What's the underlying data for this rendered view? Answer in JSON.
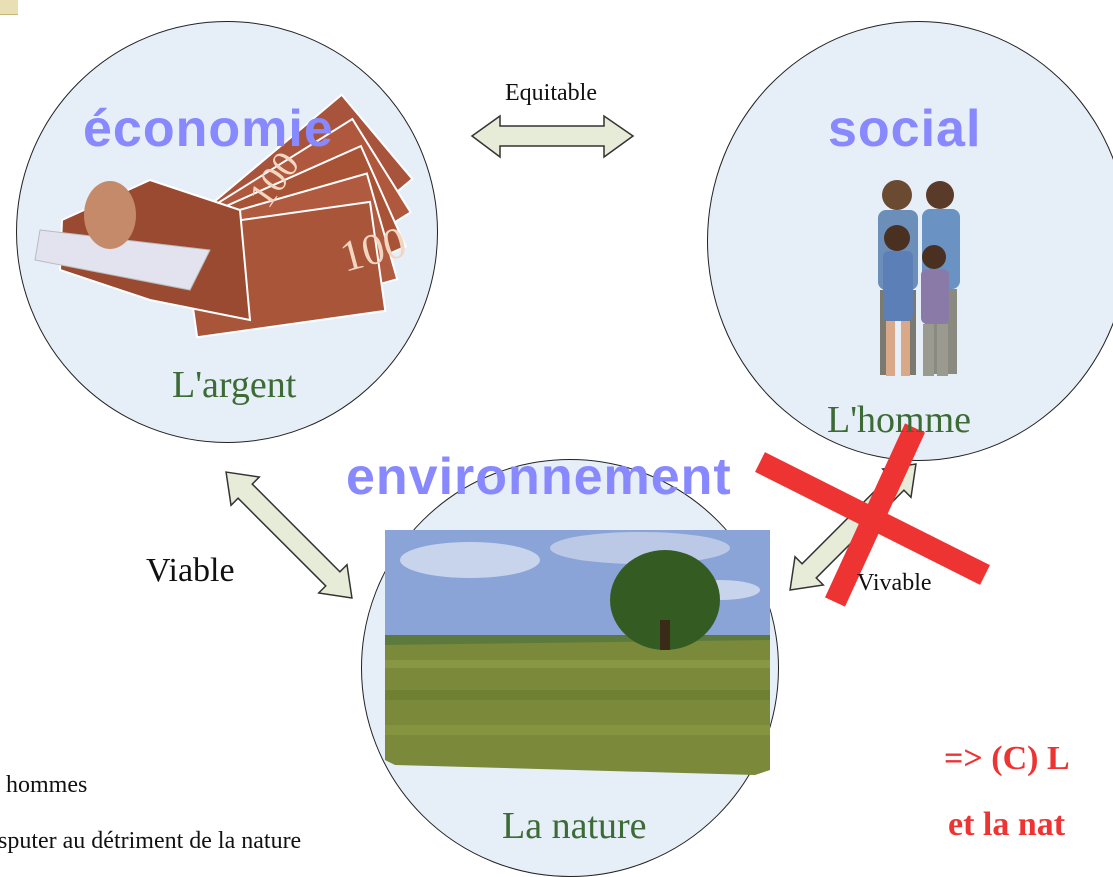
{
  "nodes": {
    "economie": {
      "title": "économie",
      "label": "L'argent",
      "image": "banknotes-picture"
    },
    "social": {
      "title": "social",
      "label": "L'homme",
      "image": "family-picture"
    },
    "environnement": {
      "title": "environnement",
      "label": "La nature",
      "image": "field-and-tree-picture"
    }
  },
  "relations": {
    "equitable": "Equitable",
    "viable": "Viable",
    "vivable": "Vivable"
  },
  "conclusion": {
    "line1": "=> (C) L",
    "line2": "et la nat"
  },
  "body_text": {
    "line1": "hommes",
    "line2": "sputer au détriment de la nature"
  },
  "colors": {
    "circle_fill": "#e6eef8",
    "big_word": "#8888ff",
    "node_label": "#3d6b35",
    "arrow_fill": "#e6ecd8",
    "cross": "#ee3333"
  }
}
